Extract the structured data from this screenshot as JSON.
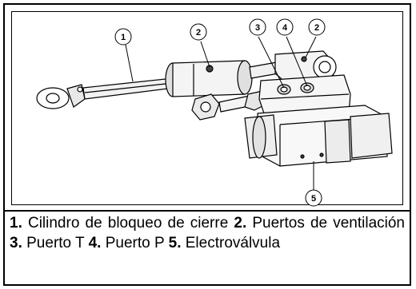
{
  "figure": {
    "callouts": [
      {
        "num": "1"
      },
      {
        "num": "2"
      },
      {
        "num": "3"
      },
      {
        "num": "4"
      },
      {
        "num": "2"
      },
      {
        "num": "5"
      }
    ]
  },
  "caption": {
    "items": [
      {
        "num": "1.",
        "text": " Cilindro de bloqueo de cierre "
      },
      {
        "num": "2.",
        "text": " Puertos de ventilación "
      },
      {
        "num": "3.",
        "text": " Puerto T "
      },
      {
        "num": "4.",
        "text": " Puerto P "
      },
      {
        "num": "5.",
        "text": " Electroválvula"
      }
    ]
  }
}
